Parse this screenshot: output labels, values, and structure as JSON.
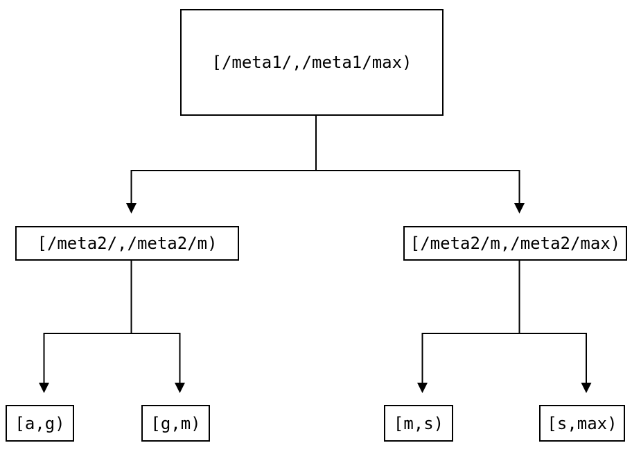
{
  "diagram": {
    "type": "binary-interval-tree",
    "background_color": "#ffffff",
    "line_color": "#000000",
    "nodes": {
      "root": {
        "label": "[/meta1/,/meta1/max)"
      },
      "left": {
        "label": "[/meta2/,/meta2/m)"
      },
      "right": {
        "label": "[/meta2/m,/meta2/max)"
      },
      "leaf_ag": {
        "label": "[a,g)"
      },
      "leaf_gm": {
        "label": "[g,m)"
      },
      "leaf_ms": {
        "label": "[m,s)"
      },
      "leaf_smax": {
        "label": "[s,max)"
      }
    },
    "edges": [
      {
        "from": "root",
        "to": "left"
      },
      {
        "from": "root",
        "to": "right"
      },
      {
        "from": "left",
        "to": "leaf_ag"
      },
      {
        "from": "left",
        "to": "leaf_gm"
      },
      {
        "from": "right",
        "to": "leaf_ms"
      },
      {
        "from": "right",
        "to": "leaf_smax"
      }
    ]
  }
}
